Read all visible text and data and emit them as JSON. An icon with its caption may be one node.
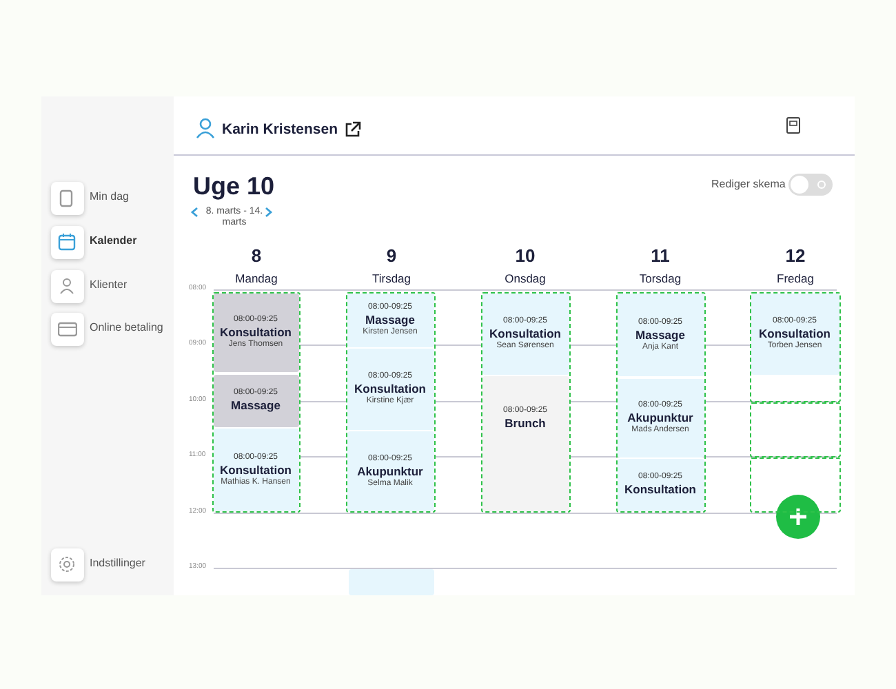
{
  "diagram": {
    "nodes": [
      {
        "text": [],
        "shape": "box"
      },
      {
        "text": [
          "08:00-09:25",
          "Konsultation",
          "Jens Thomsen"
        ],
        "in": 0
      },
      {
        "text": [
          "08:00-09:25",
          "Massage"
        ],
        "in": 0
      },
      {
        "text": [
          "08:00-09:25",
          "Konsultation",
          "Mathias K. Hansen"
        ],
        "in": 0
      },
      {
        "text": [],
        "shape": "box"
      },
      {
        "text": [
          "08:00-09:25",
          "Massage",
          "Kirsten Jensen"
        ],
        "in": 4
      },
      {
        "text": [
          "08:00-09:25",
          "Konsultation",
          "Kirstine Kjær"
        ],
        "in": 4
      },
      {
        "text": [
          "08:00-09:25",
          "Akupunktur",
          "Selma Malik"
        ],
        "in": 4
      },
      {
        "text": [],
        "shape": "box"
      },
      {
        "text": [
          "08:00-09:25",
          "Konsultation",
          "Sean Sørensen"
        ],
        "in": 8
      },
      {
        "text": [
          "08:00-09:25",
          "Brunch"
        ],
        "in": 8
      },
      {
        "text": [],
        "shape": "box"
      },
      {
        "text": [
          "08:00-09:25",
          "Massage",
          "Anja Kant"
        ],
        "in": 11
      },
      {
        "text": [
          "08:00-09:25",
          "Akupunktur",
          "Mads Andersen"
        ],
        "in": 11
      },
      {
        "text": [
          "08:00-09:25",
          "Konsultation"
        ],
        "in": 11
      },
      {
        "text": [],
        "shape": "box"
      },
      {
        "text": [
          "08:00-09:25",
          "Konsultation",
          "Torben Jensen"
        ],
        "in": 15
      },
      {
        "text": [],
        "shape": "box"
      },
      {
        "text": [],
        "shape": "box"
      },
      {
        "text": [],
        "shape": "box"
      }
    ],
    "labels": [
      "Min dag",
      "Kalender",
      "Klienter",
      "Online betaling",
      "Indstillinger",
      "Karin Kristensen",
      "Uge 10",
      "8. marts - 14. marts",
      "Rediger skema",
      "8",
      "Mandag",
      "9",
      "Tirsdag",
      "10",
      "Onsdag",
      "11",
      "Torsdag",
      "12",
      "Fredag",
      "08:00",
      "09:00",
      "10:00",
      "11:00",
      "12:00",
      "13:00"
    ]
  }
}
